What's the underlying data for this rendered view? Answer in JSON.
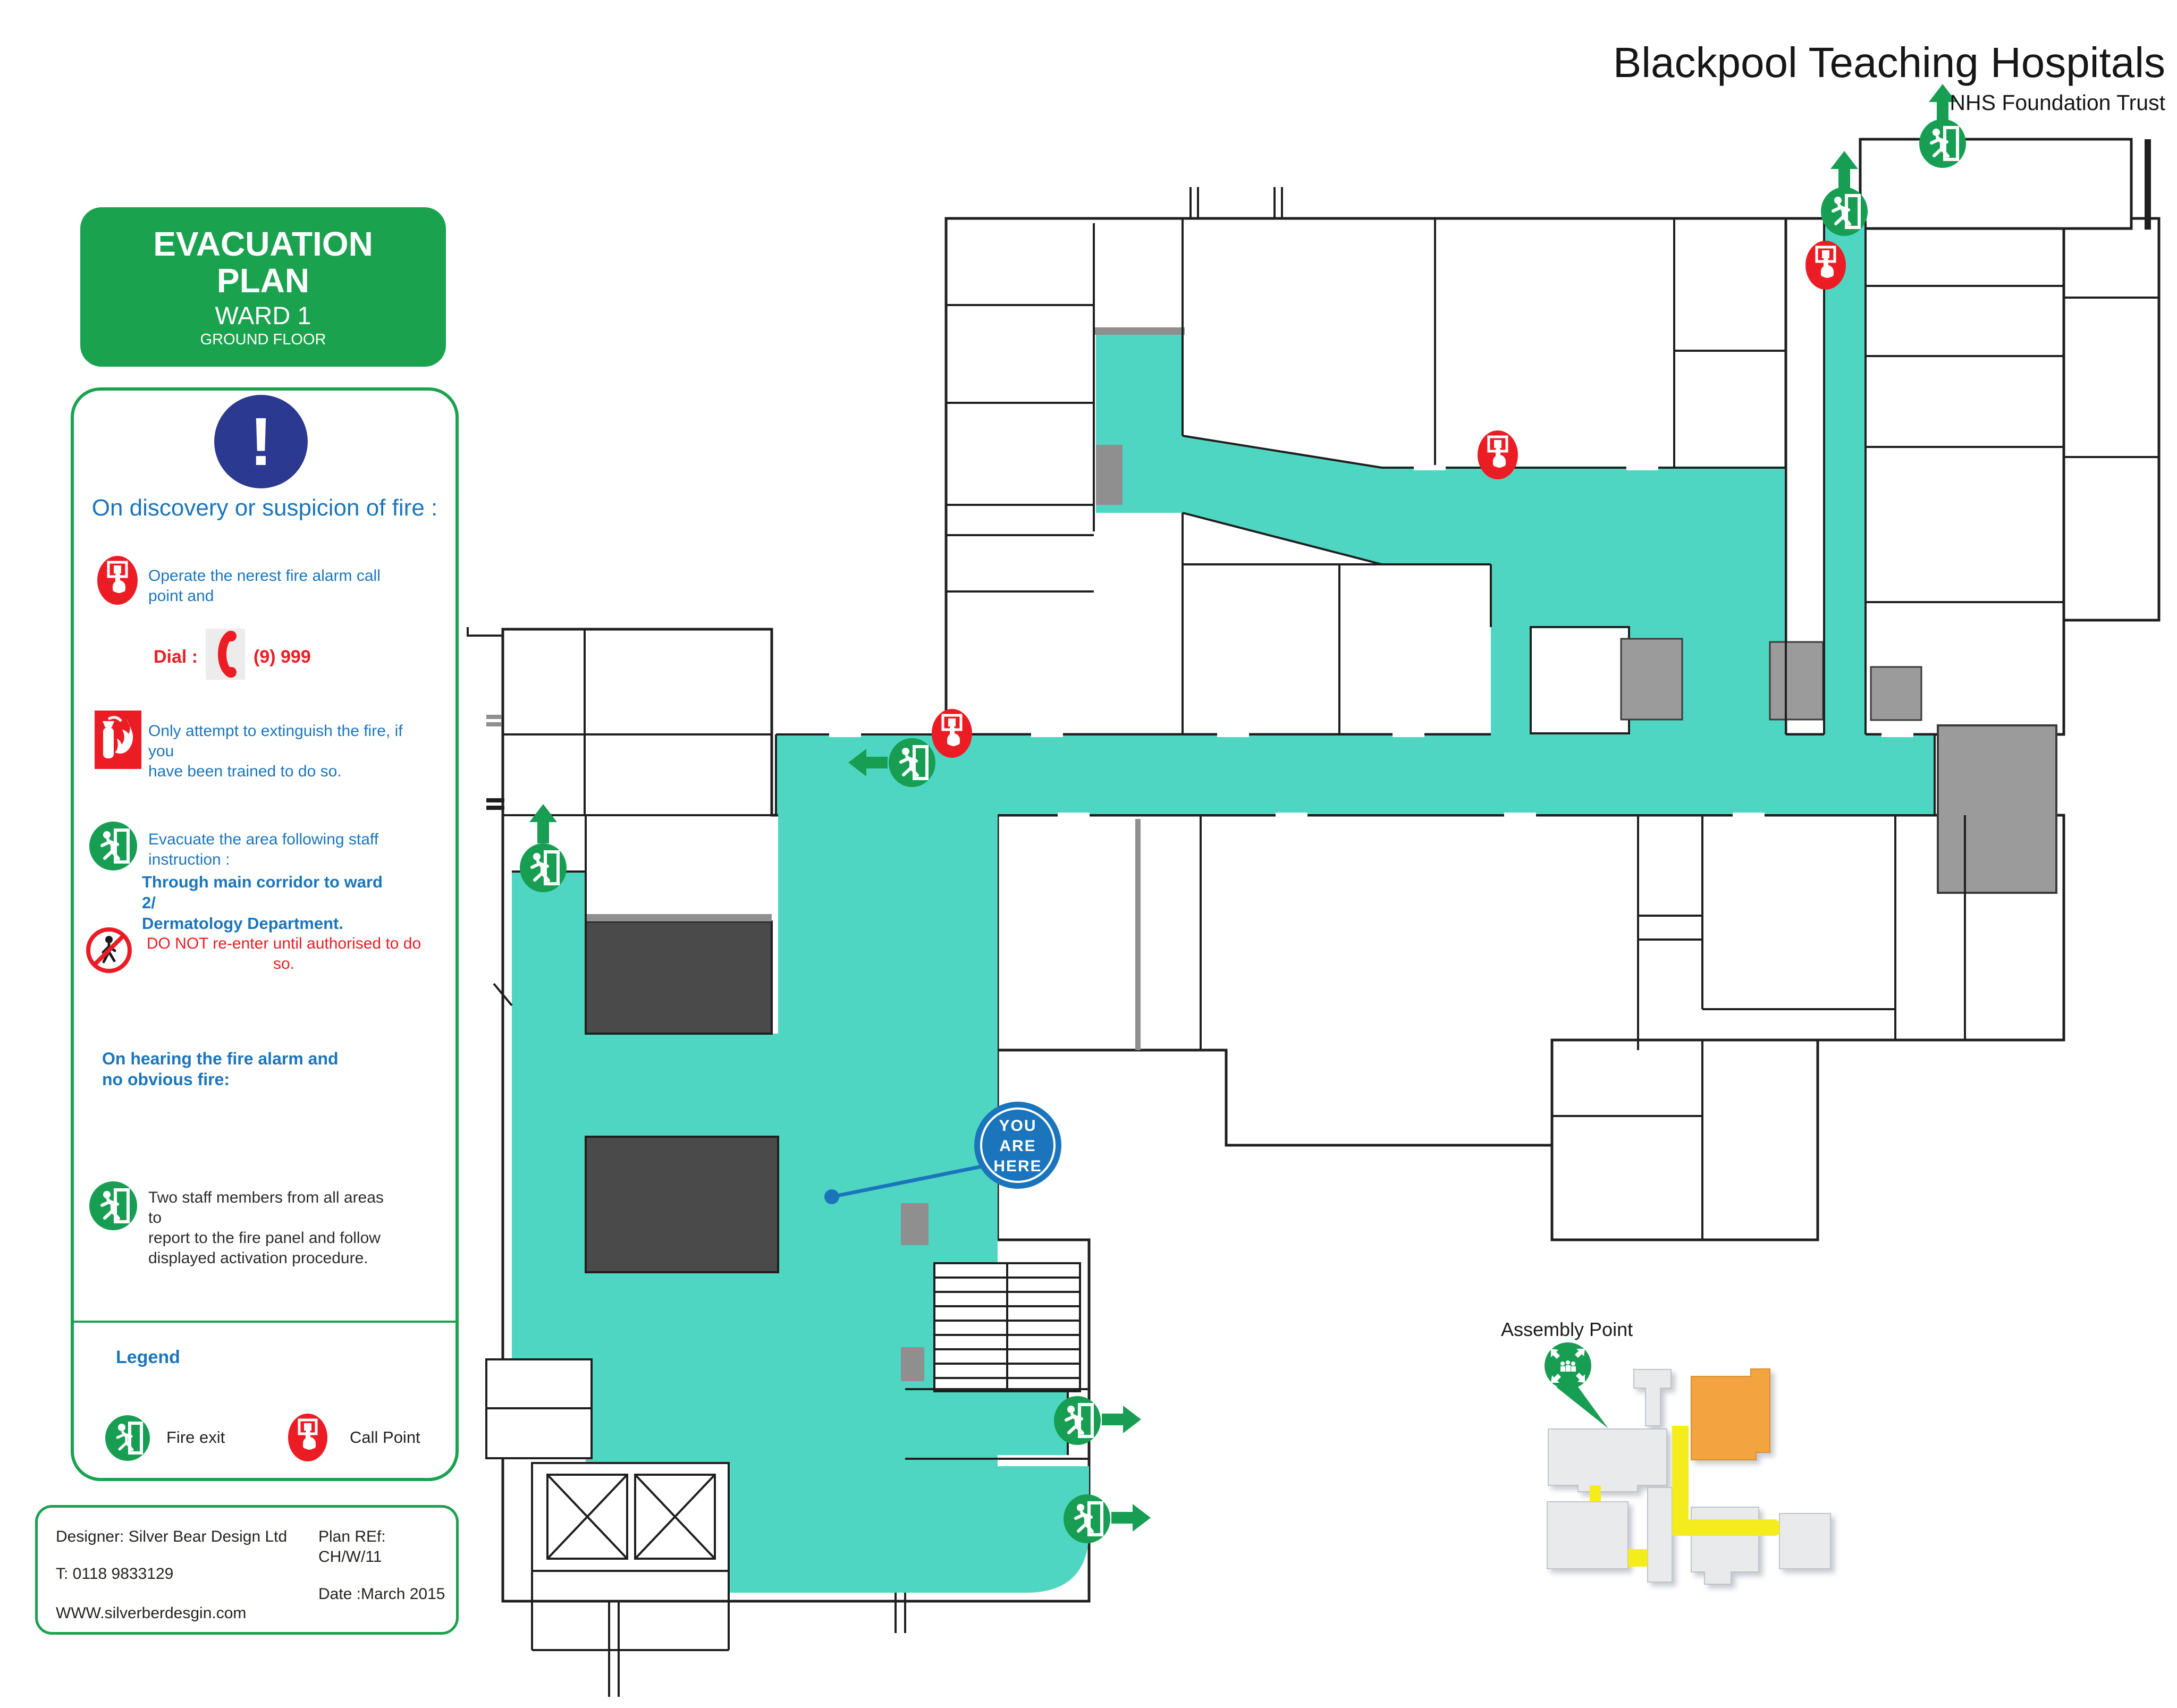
{
  "header": {
    "title": "Blackpool Teaching Hospitals",
    "subtitle": "NHS Foundation Trust"
  },
  "title_box": {
    "line1": "EVACUATION",
    "line2": "PLAN",
    "ward": "WARD 1",
    "floor": "GROUND FLOOR"
  },
  "instructions": {
    "heading": "On discovery or suspicion of fire :",
    "operate_line1": "Operate the nerest fire alarm  call",
    "operate_line2": "point and",
    "dial_label": "Dial :",
    "dial_number": "(9) 999",
    "extinguish_line1": "Only attempt to extinguish the fire, if",
    "extinguish_line2": "you",
    "extinguish_line3": "have been trained to do so.",
    "evacuate_line1": "Evacuate the area following staff",
    "evacuate_line2": "instruction :",
    "route_line1": "Through main corridor to ward",
    "route_line2": "2/",
    "route_line3": "Dermatology Department.",
    "no_reenter_line1": "DO NOT re-enter until authorised to do",
    "no_reenter_line2": "so.",
    "hearing_line1": "On hearing the fire alarm and",
    "hearing_line2": "no obvious fire:",
    "staff_line1": "Two staff members from all areas",
    "staff_line2": "to",
    "staff_line3": "report to the fire panel and follow",
    "staff_line4": "displayed activation procedure."
  },
  "legend": {
    "heading": "Legend",
    "fire_exit_label": "Fire exit",
    "call_point_label": "Call Point"
  },
  "footer": {
    "designer": "Designer: Silver Bear Design Ltd",
    "plan_ref_label": "Plan REf:",
    "plan_ref_value": "CH/W/11",
    "phone": "T: 0118 9833129",
    "date": "Date :March 2015",
    "website": "WWW.silverberdesgin.com"
  },
  "map": {
    "you_are_here_line1": "YOU",
    "you_are_here_line2": "ARE",
    "you_are_here_line3": "HERE",
    "assembly_point_label": "Assembly Point"
  },
  "colors": {
    "route_teal": "#4FD6C2",
    "safety_green": "#179E53",
    "header_green": "#1AA24F",
    "alarm_red": "#EC1C24",
    "info_blue": "#1B75BC",
    "mandatory_blue": "#2B3990",
    "wall_black": "#1F1F1F",
    "dark_room": "#4A4A4A",
    "map_yellow": "#F5EC1E",
    "map_orange": "#F3A440",
    "map_gray": "#E9EAEC"
  }
}
